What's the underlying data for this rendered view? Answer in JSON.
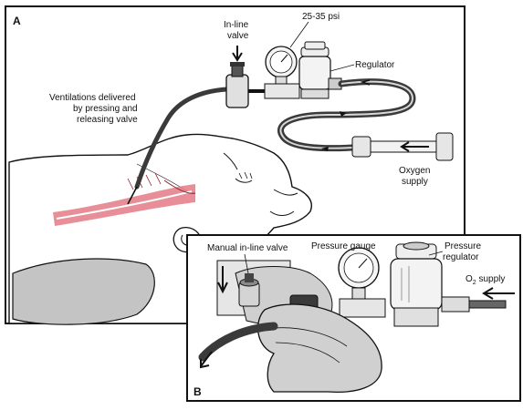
{
  "panel_a": {
    "letter": "A",
    "labels": {
      "inline_valve": [
        "In-line",
        "valve"
      ],
      "pressure": "25-35 psi",
      "regulator": "Regulator",
      "ventilations": [
        "Ventilations delivered",
        "by pressing and",
        "releasing valve"
      ],
      "oxygen_supply": [
        "Oxygen",
        "supply"
      ]
    }
  },
  "panel_b": {
    "letter": "B",
    "labels": {
      "manual_valve": "Manual in-line valve",
      "pressure_gauge": "Pressure gauge",
      "pressure_regulator": [
        "Pressure",
        "regulator"
      ],
      "o2_supply": "O",
      "o2_sub": "2",
      "o2_suffix": " supply"
    }
  },
  "colors": {
    "line": "#111111",
    "trachea_highlight": "#d9283c",
    "hose": "#3a3a3a",
    "skin_fill": "#f2f2f2",
    "shadow": "#b9b9b9"
  }
}
